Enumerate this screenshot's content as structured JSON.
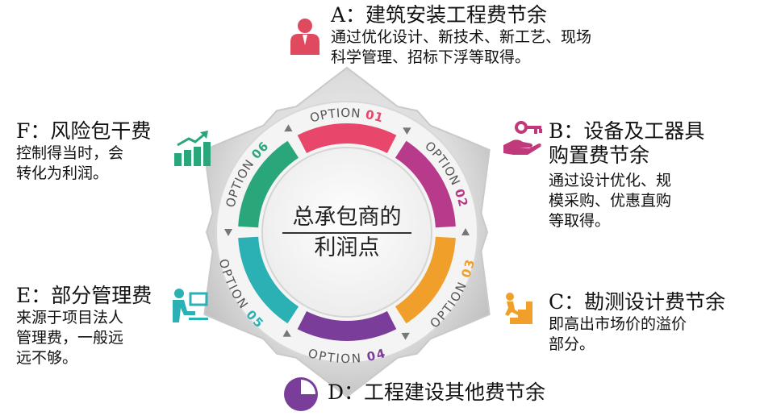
{
  "center": {
    "line1": "总承包商的",
    "line2": "利润点"
  },
  "options": [
    {
      "key": "a",
      "ring_label": "OPTION 01",
      "color": "#e8466a"
    },
    {
      "key": "b",
      "ring_label": "OPTION 02",
      "color": "#b83a8a"
    },
    {
      "key": "c",
      "ring_label": "OPTION 03",
      "color": "#f0a02a"
    },
    {
      "key": "d",
      "ring_label": "OPTION 04",
      "color": "#7a3e9a"
    },
    {
      "key": "e",
      "ring_label": "OPTION 05",
      "color": "#2bb0b4"
    },
    {
      "key": "f",
      "ring_label": "OPTION 06",
      "color": "#2aa77a"
    }
  ],
  "items": {
    "a": {
      "title": "A：建筑安装工程费节余",
      "desc": [
        "通过优化设计、新技术、新工艺、现场",
        "科学管理、招标下浮等取得。"
      ]
    },
    "b": {
      "title": [
        "B：设备及工器具",
        "购置费节余"
      ],
      "desc": [
        "通过设计优化、规",
        "模采购、优惠直购",
        "等取得。"
      ]
    },
    "c": {
      "title": "C：勘测设计费节余",
      "desc": [
        "即高出市场价的溢价",
        "部分。"
      ]
    },
    "d": {
      "title": "D：工程建设其他费节余"
    },
    "e": {
      "title": "E：部分管理费",
      "desc": [
        "来源于项目法人",
        "管理费，一般远",
        "远不够。"
      ]
    },
    "f": {
      "title": "F：风险包干费",
      "desc": [
        "控制得当时，会",
        "转化为利润。"
      ]
    }
  },
  "icons": {
    "a": "person-icon",
    "b": "hand-key-icon",
    "c": "climbing-stairs-icon",
    "d": "pie-chart-icon",
    "e": "person-at-computer-icon",
    "f": "growth-bar-chart-icon"
  }
}
